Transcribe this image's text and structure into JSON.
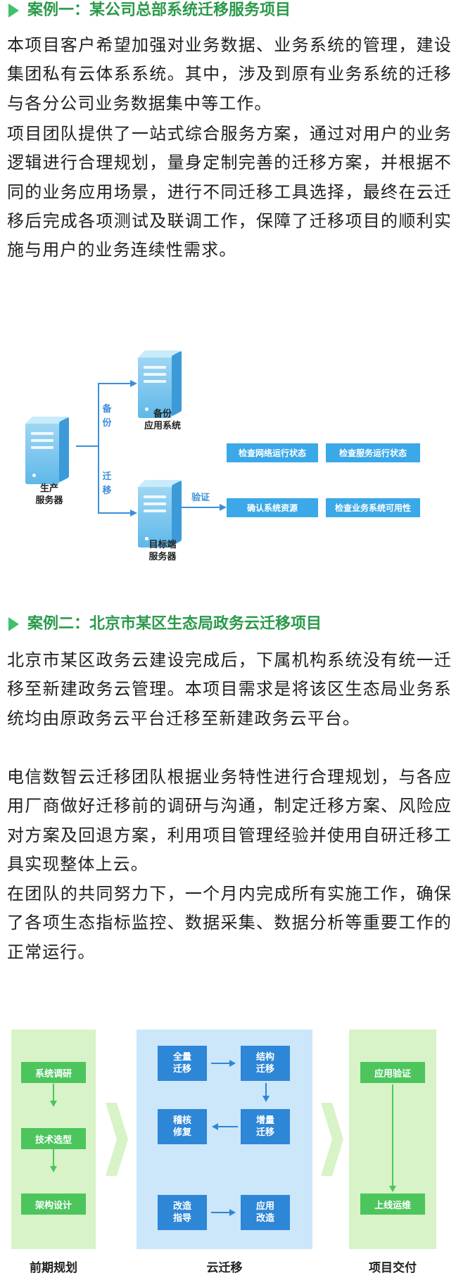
{
  "case1": {
    "title": "案例一：某公司总部系统迁移服务项目",
    "para1": "本项目客户希望加强对业务数据、业务系统的管理，建设集团私有云体系系统。其中，涉及到原有业务系统的迁移与各分公司业务数据集中等工作。",
    "para2": "项目团队提供了一站式综合服务方案，通过对用户的业务逻辑进行合理规划，量身定制完善的迁移方案，并根据不同的业务应用场景，进行不同迁移工具选择，最终在云迁移后完成各项测试及联调工作，保障了迁移项目的顺利实施与用户的业务连续性需求。",
    "diagram": {
      "source_server": "生产\n服务器",
      "backup_server": "备份\n应用系统",
      "target_server": "目标端\n服务器",
      "backup_edge": "备\n份",
      "migrate_edge": "迁\n移",
      "verify_edge": "验证",
      "checks": [
        "检查网络运行状态",
        "检查服务运行状态",
        "确认系统资源",
        "检查业务系统可用性"
      ]
    }
  },
  "case2": {
    "title": "案例二：北京市某区生态局政务云迁移项目",
    "para1": "北京市某区政务云建设完成后，下属机构系统没有统一迁移至新建政务云管理。本项目需求是将该区生态局业务系统均由原政务云平台迁移至新建政务云平台。",
    "para2": "电信数智云迁移团队根据业务特性进行合理规划，与各应用厂商做好迁移前的调研与沟通，制定迁移方案、风险应对方案及回退方案，利用项目管理经验并使用自研迁移工具实现整体上云。",
    "para3": "在团队的共同努力下，一个月内完成所有实施工作，确保了各项生态指标监控、数据采集、数据分析等重要工作的正常运行。",
    "diagram": {
      "phase1": {
        "label": "前期规划",
        "steps": [
          "系统调研",
          "技术选型",
          "架构设计"
        ]
      },
      "phase2": {
        "label": "云迁移",
        "steps": [
          "全量\n迁移",
          "结构\n迁移",
          "稽核\n修复",
          "增量\n迁移",
          "改造\n指导",
          "应用\n改造"
        ]
      },
      "phase3": {
        "label": "项目交付",
        "steps": [
          "应用验证",
          "上线运维"
        ]
      }
    }
  },
  "colors": {
    "green": "#2b9a4b",
    "highlight": "#d5f5c7",
    "blue": "#3ba8e8",
    "dark_blue": "#2e86d6"
  }
}
